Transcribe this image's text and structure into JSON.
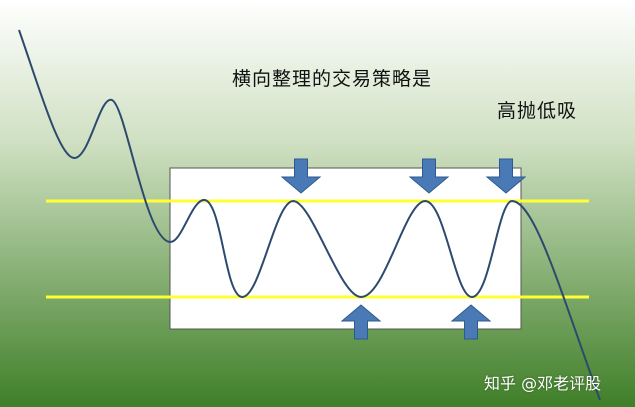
{
  "title": "横向整理的交易策略是",
  "subtitle": "高抛低吸",
  "watermark": "知乎 @邓老评股",
  "colors": {
    "background_top": "#ffffff",
    "background_bottom": "#3f7f28",
    "band_line": "#ffff33",
    "wave_line": "#2d4a6e",
    "arrow_fill": "#4a7ab5",
    "arrow_stroke": "#2f5a8f",
    "box_fill": "#ffffff"
  },
  "icons": {
    "sell_marker": "down-arrow-icon",
    "buy_marker": "up-arrow-icon"
  }
}
